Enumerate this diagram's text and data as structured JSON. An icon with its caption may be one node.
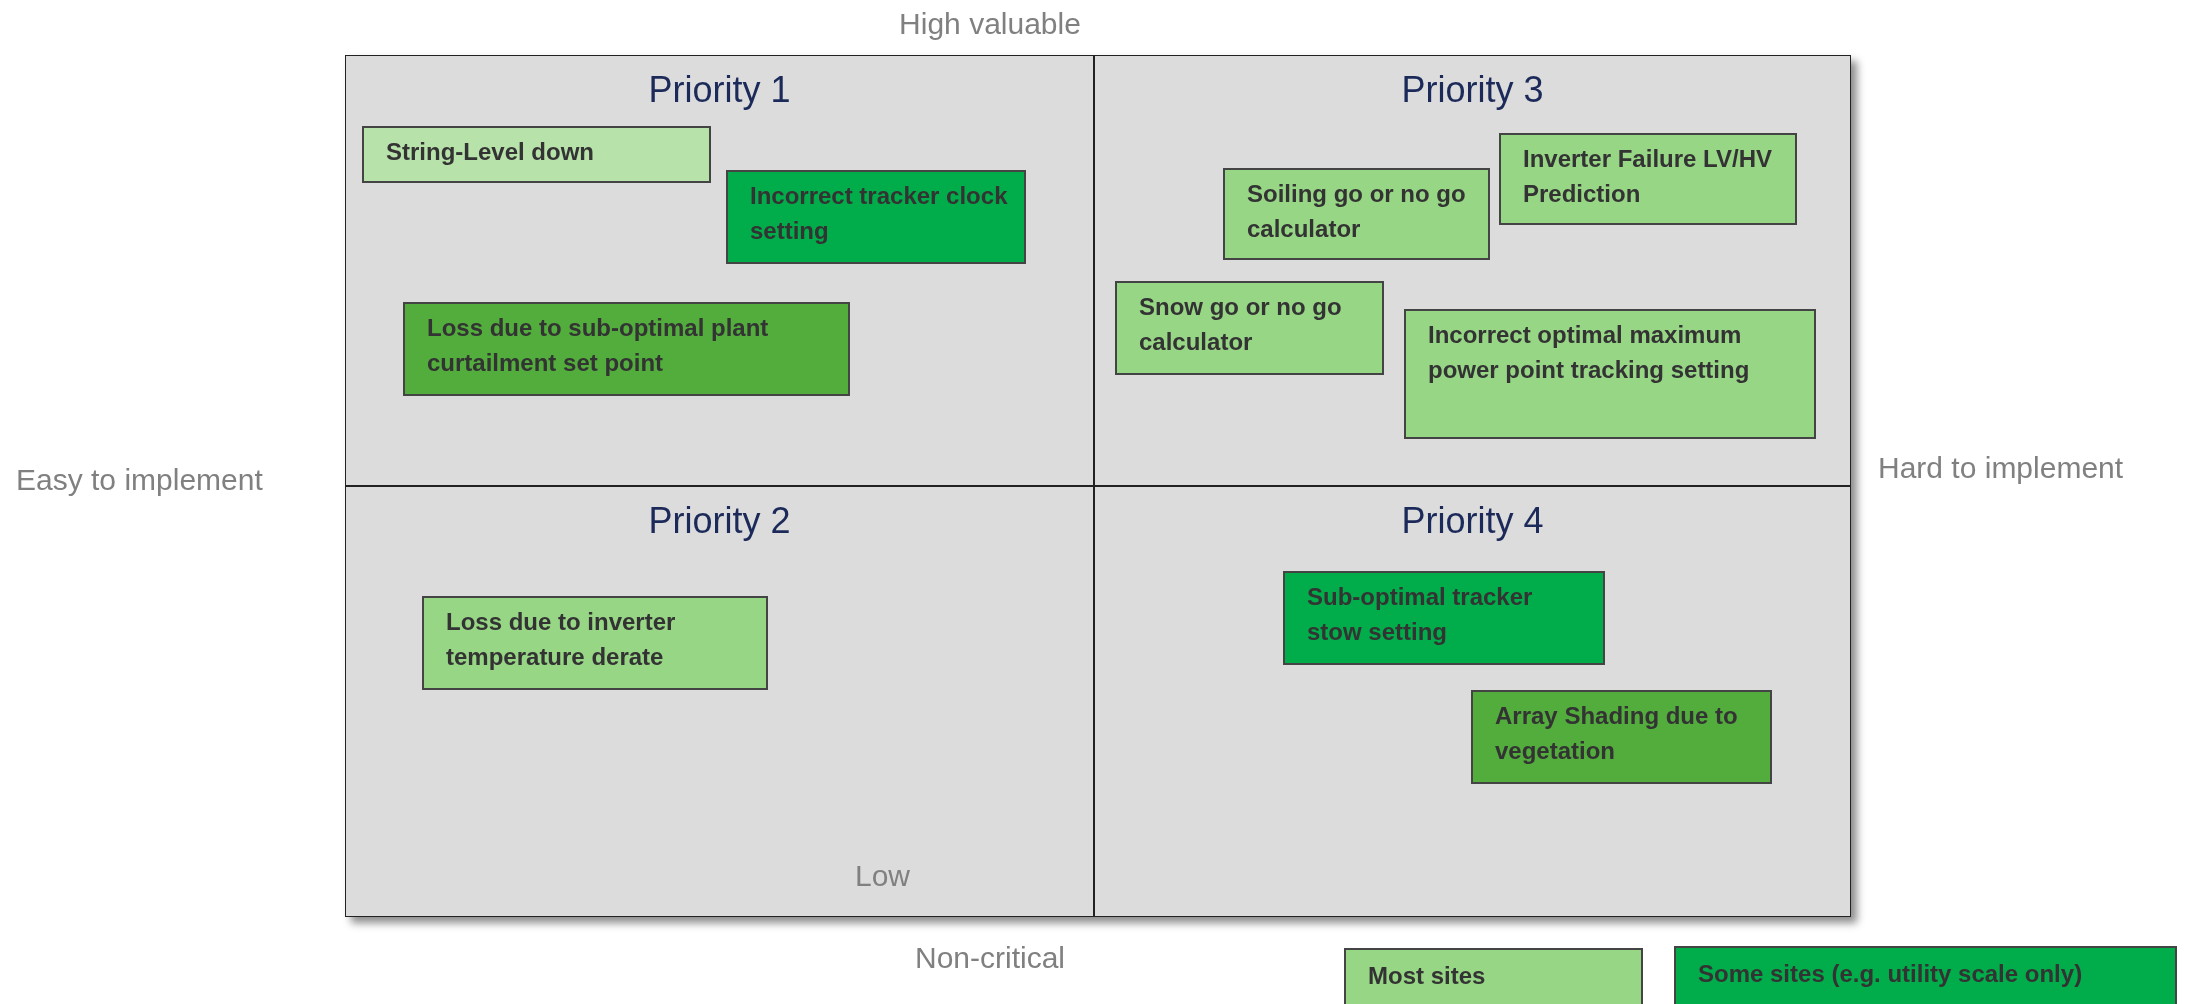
{
  "diagram": {
    "nodes": [
      {
        "text": [
          "Priority 1"
        ]
      },
      {
        "text": [
          "String-Level down"
        ],
        "in": 0
      },
      {
        "text": [
          "Incorrect tracker clock setting"
        ],
        "in": 0
      },
      {
        "text": [
          "Loss due to sub-optimal plant curtailment set point"
        ],
        "in": 0
      },
      {
        "text": [
          "Priority 3"
        ]
      },
      {
        "text": [
          "Soiling go or no go calculator"
        ],
        "in": 4
      },
      {
        "text": [
          "Inverter Failure LV/HV Prediction"
        ],
        "in": 4
      },
      {
        "text": [
          "Snow go or no go calculator"
        ],
        "in": 4
      },
      {
        "text": [
          "Incorrect optimal maximum power point tracking setting"
        ],
        "in": 4
      },
      {
        "text": [
          "Priority 2"
        ]
      },
      {
        "text": [
          "Loss due to inverter temperature derate"
        ],
        "in": 9
      },
      {
        "text": [
          "Priority 4"
        ]
      },
      {
        "text": [
          "Sub-optimal tracker stow setting"
        ],
        "in": 11
      },
      {
        "text": [
          "Array Shading due to vegetation"
        ],
        "in": 11
      }
    ],
    "labels": [
      "High valuable",
      "Easy to implement",
      "Hard to implement",
      "Low",
      "Non-critical"
    ],
    "legend": [
      {
        "text": "Most sites",
        "color": "#97d685"
      },
      {
        "text": "Some sites (e.g. utility scale only)",
        "color": "#00ad4a"
      }
    ]
  }
}
